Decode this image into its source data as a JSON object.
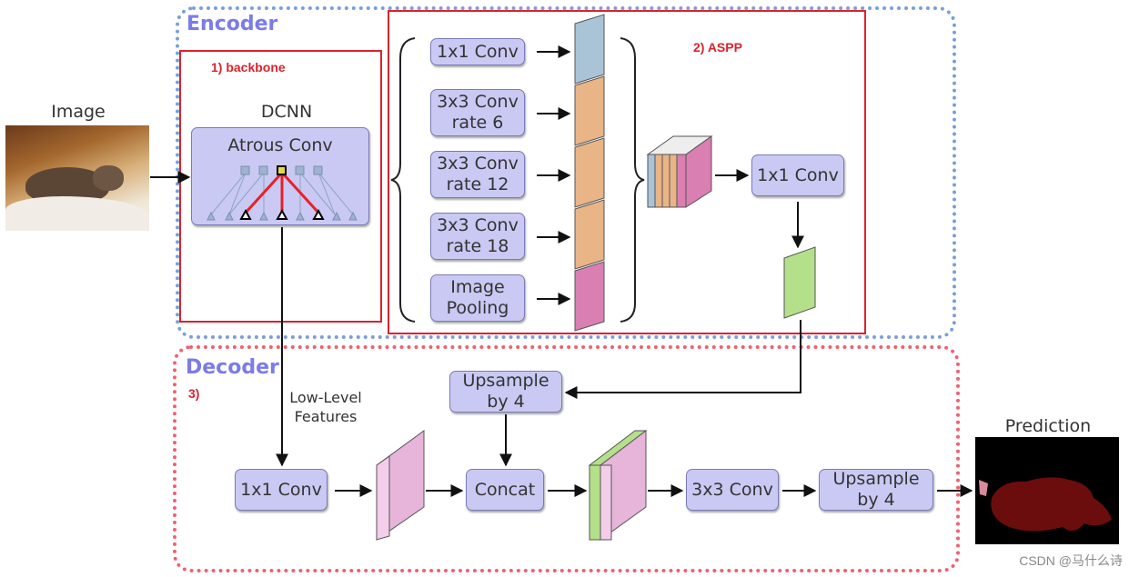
{
  "encoder": {
    "title": "Encoder"
  },
  "decoder": {
    "title": "Decoder",
    "step_label": "3)"
  },
  "backbone": {
    "step_label": "1)  backbone",
    "dcnn_label": "DCNN",
    "atrous_label": "Atrous Conv"
  },
  "input": {
    "label": "Image"
  },
  "aspp": {
    "step_label": "2)  ASPP",
    "branches": [
      {
        "label": "1x1 Conv",
        "color": "#a9c4d6"
      },
      {
        "label": "3x3 Conv\nrate 6",
        "color": "#e9b486"
      },
      {
        "label": "3x3 Conv\nrate 12",
        "color": "#e9b486"
      },
      {
        "label": "3x3 Conv\nrate 18",
        "color": "#e9b486"
      },
      {
        "label": "Image\nPooling",
        "color": "#d97fb2"
      }
    ],
    "merge_conv": "1x1 Conv"
  },
  "decoder_blocks": {
    "upsample_top": "Upsample\nby 4",
    "low_level": "Low-Level\nFeatures",
    "conv_low": "1x1 Conv",
    "concat": "Concat",
    "conv3": "3x3 Conv",
    "upsample_final": "Upsample\nby 4"
  },
  "output": {
    "label": "Prediction"
  },
  "watermark": "CSDN @马什么诗",
  "colors": {
    "encoder_border": "#7aa0d4",
    "decoder_border": "#f06070",
    "highlight_red": "#d9232d",
    "box_fill": "#c9c9f3",
    "green_feature": "#b5e08a",
    "pink_feature": "#e6b5d9"
  }
}
